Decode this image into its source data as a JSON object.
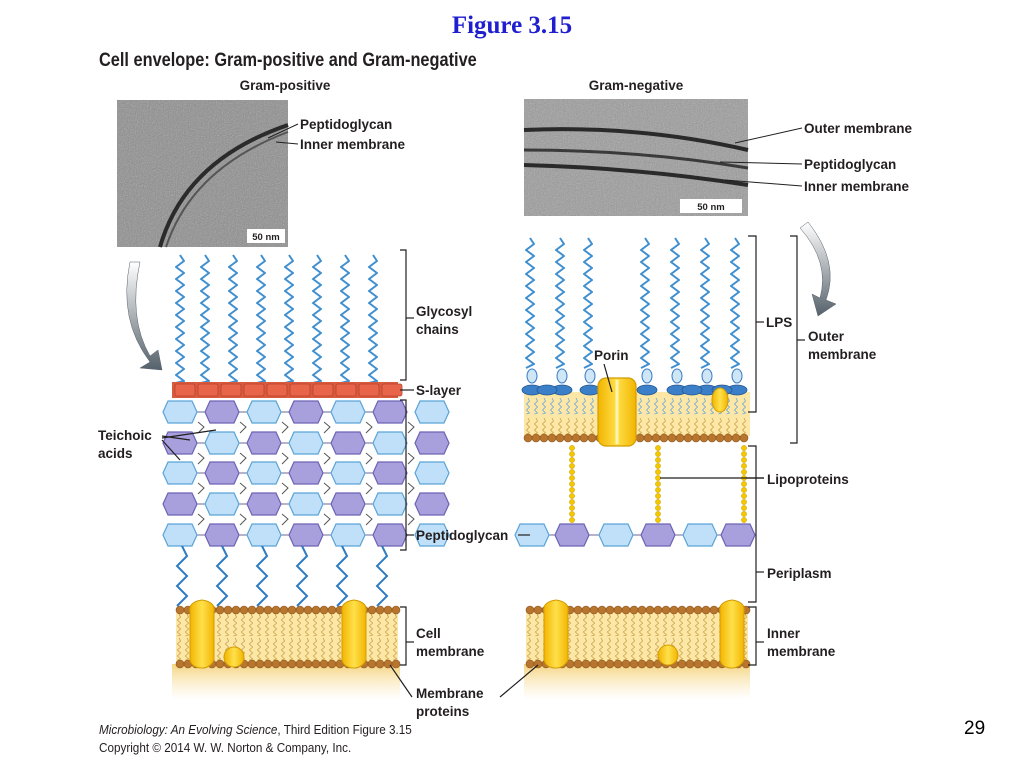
{
  "slide": {
    "title": "Figure 3.15",
    "figure_heading": "Cell envelope: Gram-positive and Gram-negative",
    "caption_book": "Microbiology: An Evolving Science",
    "caption_rest": ", Third Edition  Figure 3.15",
    "copyright": "Copyright © 2014 W. W. Norton & Company, Inc.",
    "page_number": "29"
  },
  "gram_positive": {
    "header": "Gram-positive",
    "scale_bar": "50 nm",
    "micrograph_labels": [
      "Peptidoglycan",
      "Inner membrane"
    ],
    "labels": {
      "glycosyl_1": "Glycosyl",
      "glycosyl_2": "chains",
      "s_layer": "S-layer",
      "teichoic_1": "Teichoic",
      "teichoic_2": "acids",
      "peptidoglycan": "Peptidoglycan",
      "cell_membrane_1": "Cell",
      "cell_membrane_2": "membrane"
    }
  },
  "gram_negative": {
    "header": "Gram-negative",
    "scale_bar": "50 nm",
    "micrograph_labels": [
      "Outer membrane",
      "Peptidoglycan",
      "Inner membrane"
    ],
    "labels": {
      "porin": "Porin",
      "lps": "LPS",
      "outer_membrane_1": "Outer",
      "outer_membrane_2": "membrane",
      "lipoproteins": "Lipoproteins",
      "periplasm": "Periplasm",
      "inner_membrane_1": "Inner",
      "inner_membrane_2": "membrane"
    }
  },
  "shared_labels": {
    "membrane_proteins_1": "Membrane",
    "membrane_proteins_2": "proteins"
  },
  "colors": {
    "title_blue": "#1f1fd0",
    "chain_blue": "#3f8fd0",
    "s_layer_red": "#e8654a",
    "nam_light_blue": "#bfe0f8",
    "nag_purple": "#a7a0dc",
    "lipid_head_brown": "#b8752e",
    "lipid_tail_gold": "#f0c64a",
    "protein_yellow": "#f6c600",
    "lps_head_blue": "#3b7fc8",
    "arrow_gray": "#5f6a72"
  }
}
